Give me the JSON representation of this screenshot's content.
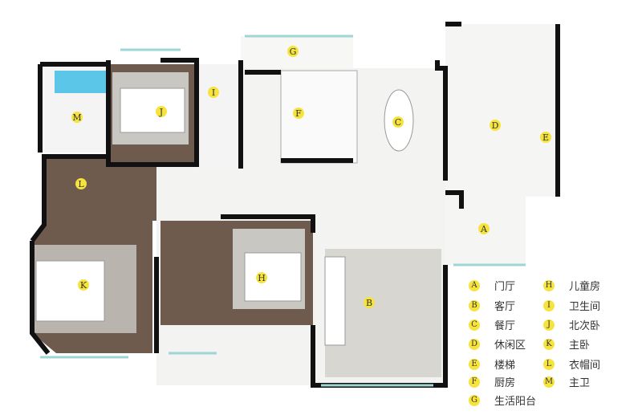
{
  "rooms": [
    {
      "code": "A",
      "name": "门厅"
    },
    {
      "code": "B",
      "name": "客厅"
    },
    {
      "code": "C",
      "name": "餐厅"
    },
    {
      "code": "D",
      "name": "休闲区"
    },
    {
      "code": "E",
      "name": "楼梯"
    },
    {
      "code": "F",
      "name": "厨房"
    },
    {
      "code": "G",
      "name": "生活阳台"
    },
    {
      "code": "H",
      "name": "儿童房"
    },
    {
      "code": "I",
      "name": "卫生间"
    },
    {
      "code": "J",
      "name": "北次卧"
    },
    {
      "code": "K",
      "name": "主卧"
    },
    {
      "code": "L",
      "name": "衣帽间"
    },
    {
      "code": "M",
      "name": "主卫"
    }
  ],
  "colors": {
    "badge": "#f6e33c",
    "wall": "#111111",
    "marble": "#f3f3f1",
    "wood": "#6f5b4d",
    "carpet": "#c9c7c2",
    "glass": "#9fd6d4"
  }
}
